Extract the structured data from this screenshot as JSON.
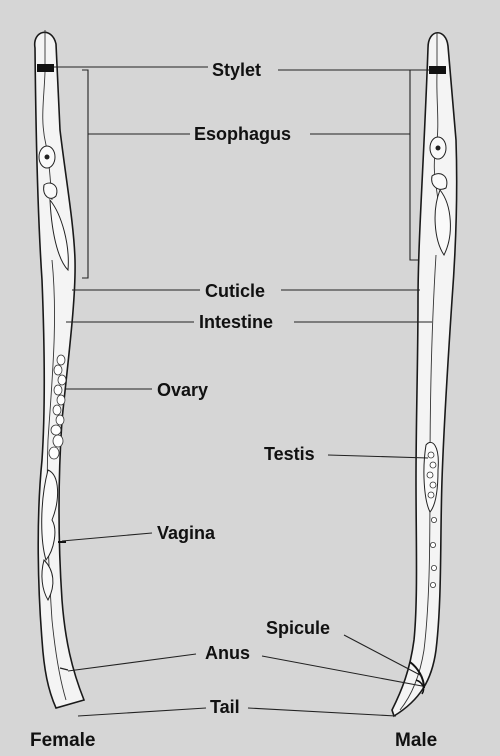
{
  "labels": {
    "stylet": "Stylet",
    "esophagus": "Esophagus",
    "cuticle": "Cuticle",
    "intestine": "Intestine",
    "ovary": "Ovary",
    "testis": "Testis",
    "vagina": "Vagina",
    "spicule": "Spicule",
    "anus": "Anus",
    "tail": "Tail",
    "female": "Female",
    "male": "Male"
  }
}
